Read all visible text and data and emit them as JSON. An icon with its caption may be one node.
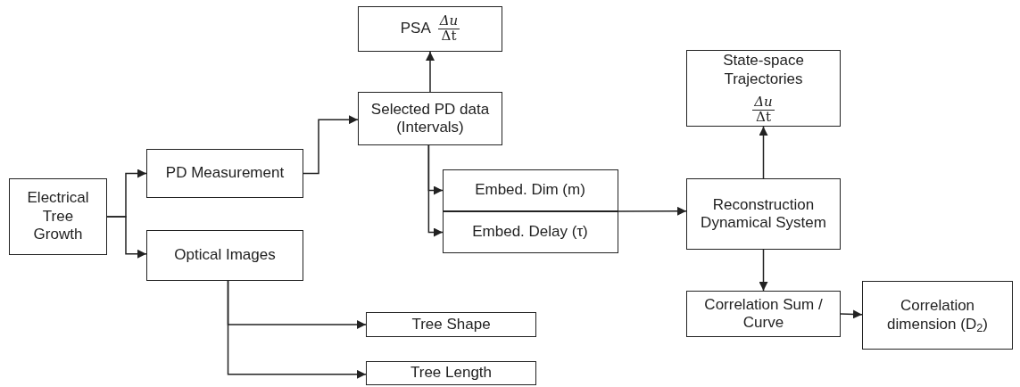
{
  "diagram": {
    "nodes": [
      {
        "text": [
          "Electrical Tree Growth"
        ]
      },
      {
        "text": [
          "PD Measurement"
        ]
      },
      {
        "text": [
          "Optical Images"
        ]
      },
      {
        "text": [
          "PSA",
          "Δu",
          "Δt"
        ]
      },
      {
        "text": [
          "Selected PD data (Intervals)"
        ]
      },
      {
        "text": [],
        "shape": "box"
      },
      {
        "text": [
          "Embed. Dim (m)"
        ],
        "in": 5
      },
      {
        "text": [
          "Embed. Delay (τ)"
        ],
        "in": 5
      },
      {
        "text": [
          "State-space Trajectories",
          "Δu",
          "Δt"
        ]
      },
      {
        "text": [
          "Reconstruction Dynamical System"
        ]
      },
      {
        "text": [
          "Tree Shape"
        ]
      },
      {
        "text": [
          "Tree Length"
        ]
      },
      {
        "text": [
          "Correlation Sum / Curve"
        ]
      },
      {
        "text": [
          "Correlation dimension (D$_{2}$)"
        ]
      }
    ],
    "edges": [
      {
        "from": 0,
        "to": 1,
        "arrow": "to"
      },
      {
        "from": 0,
        "to": 2,
        "arrow": "to"
      },
      {
        "from": 1,
        "to": 4,
        "arrow": "to"
      },
      {
        "from": 4,
        "to": 3,
        "arrow": "to"
      },
      {
        "from": 4,
        "to": 6,
        "arrow": "to"
      },
      {
        "from": 4,
        "to": 7,
        "arrow": "to"
      },
      {
        "from": 5,
        "to": 9,
        "arrow": "to"
      },
      {
        "from": 9,
        "to": 8,
        "arrow": "to"
      },
      {
        "from": 2,
        "to": 10,
        "arrow": "to"
      },
      {
        "from": 2,
        "to": 11,
        "arrow": "to"
      },
      {
        "from": 9,
        "to": 12,
        "arrow": "to"
      },
      {
        "from": 12,
        "to": 13,
        "arrow": "to"
      }
    ]
  }
}
